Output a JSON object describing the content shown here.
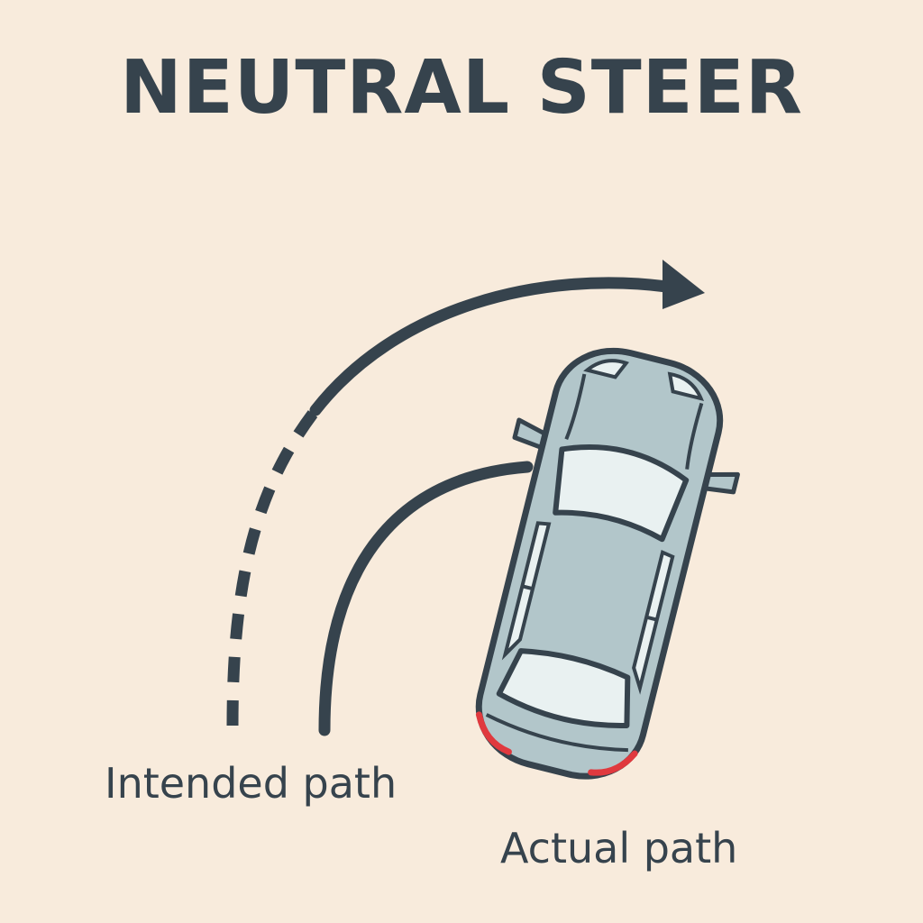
{
  "title": "NEUTRAL STEER",
  "labels": {
    "intended": "Intended path",
    "actual": "Actual path"
  },
  "colors": {
    "background": "#f8ebdc",
    "ink": "#36434d",
    "car_body": "#b2c6ca",
    "car_glass": "#e9f1f1",
    "tail_light": "#e0393e"
  },
  "icons": {
    "vehicle": "car-top-view-icon",
    "direction": "arrow-head-icon"
  }
}
